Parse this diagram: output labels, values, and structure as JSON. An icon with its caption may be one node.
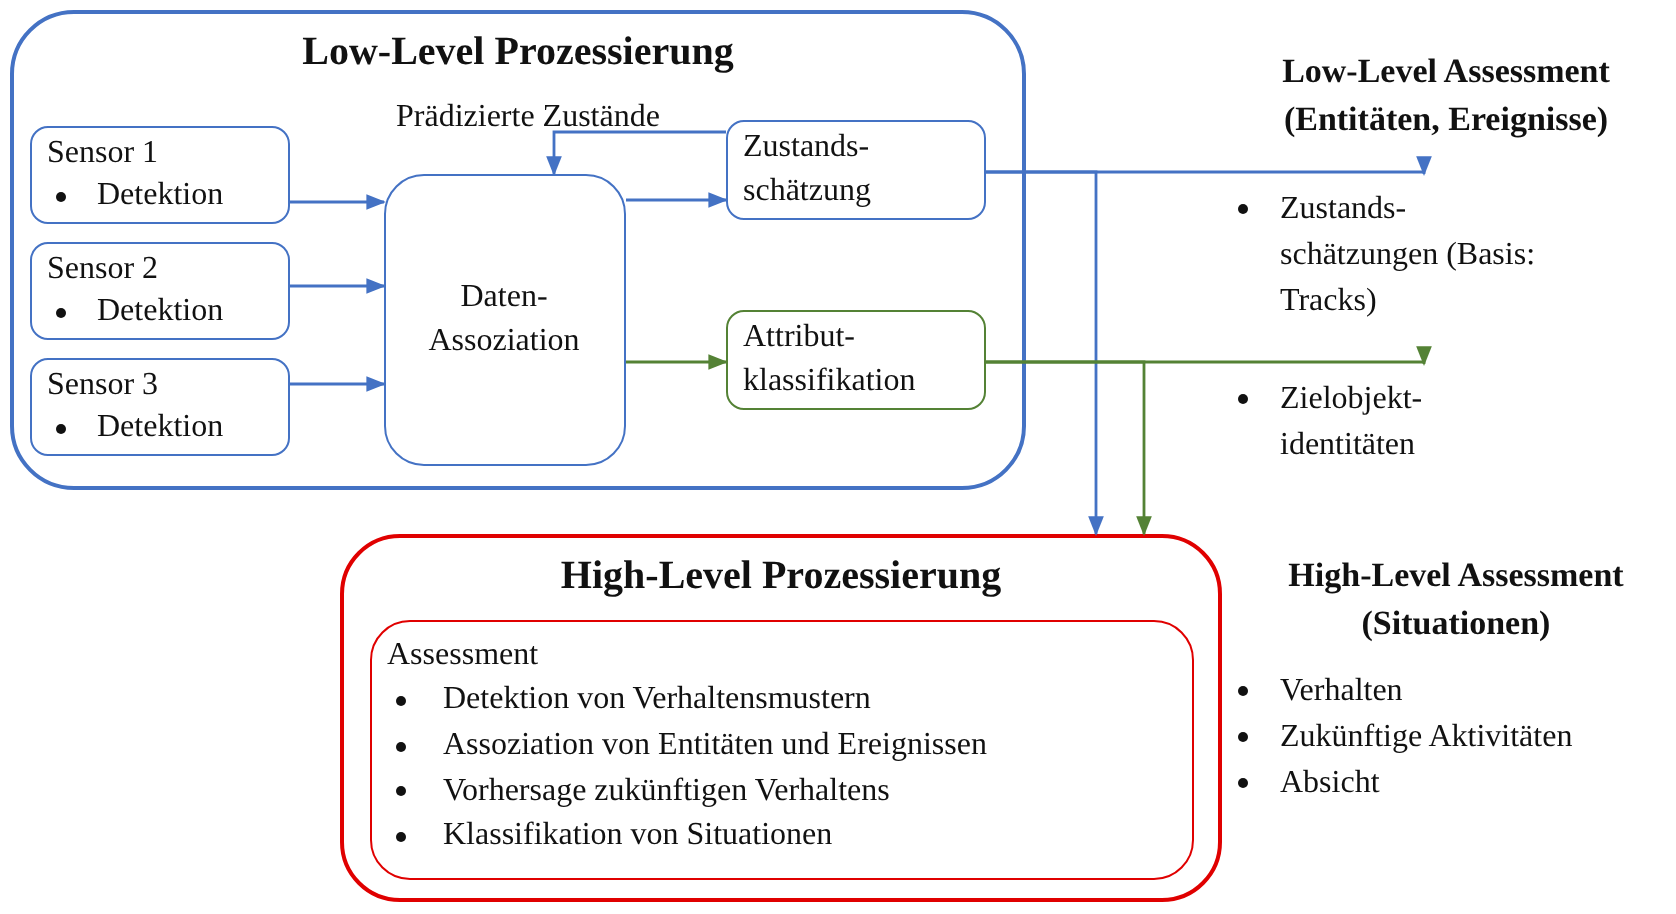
{
  "diagram": {
    "nodes": [
      {
        "text": [
          "Low-Level Prozessierung"
        ]
      },
      {
        "text": [
          "Sensor 1",
          "Detektion"
        ],
        "in": 0
      },
      {
        "text": [
          "Sensor 2",
          "Detektion"
        ],
        "in": 0
      },
      {
        "text": [
          "Sensor 3",
          "Detektion"
        ],
        "in": 0
      },
      {
        "text": [
          "Daten-Assoziation"
        ],
        "in": 0
      },
      {
        "text": [
          "Zustands-schätzung"
        ],
        "in": 0
      },
      {
        "text": [
          "Attribut-klassifikation"
        ],
        "in": 0
      },
      {
        "text": [
          "High-Level Prozessierung"
        ]
      },
      {
        "text": [
          "Assessment",
          "Detektion von Verhaltensmustern",
          "Assoziation von Entitäten und Ereignissen",
          "Vorhersage zukünftigen Verhaltens",
          "Klassifikation von Situationen"
        ],
        "in": 7
      },
      {
        "text": [
          "Zustands-schätzungen (Basis: Tracks)"
        ]
      },
      {
        "text": [
          "Zielobjekt-identitäten"
        ]
      }
    ],
    "edges": [
      {
        "from": 1,
        "to": 4,
        "arrow": "to"
      },
      {
        "from": 2,
        "to": 4,
        "arrow": "to"
      },
      {
        "from": 3,
        "to": 4,
        "arrow": "to"
      },
      {
        "from": 4,
        "to": 5,
        "arrow": "to"
      },
      {
        "from": 4,
        "to": 6,
        "arrow": "to",
        "color": "#548235"
      },
      {
        "from": 5,
        "to": 4,
        "arrow": "to",
        "label": "Prädizierte Zustände"
      },
      {
        "from": 5,
        "to": 9,
        "arrow": "to"
      },
      {
        "from": 5,
        "to": 7,
        "arrow": "to"
      },
      {
        "from": 6,
        "to": 10,
        "arrow": "to",
        "color": "#548235"
      },
      {
        "from": 6,
        "to": 7,
        "arrow": "to",
        "color": "#548235"
      }
    ],
    "labels": [
      "Low-Level Assessment (Entitäten, Ereignisse)",
      "High-Level Assessment (Situationen)",
      "Verhalten",
      "Zukünftige Aktivitäten",
      "Absicht"
    ]
  }
}
